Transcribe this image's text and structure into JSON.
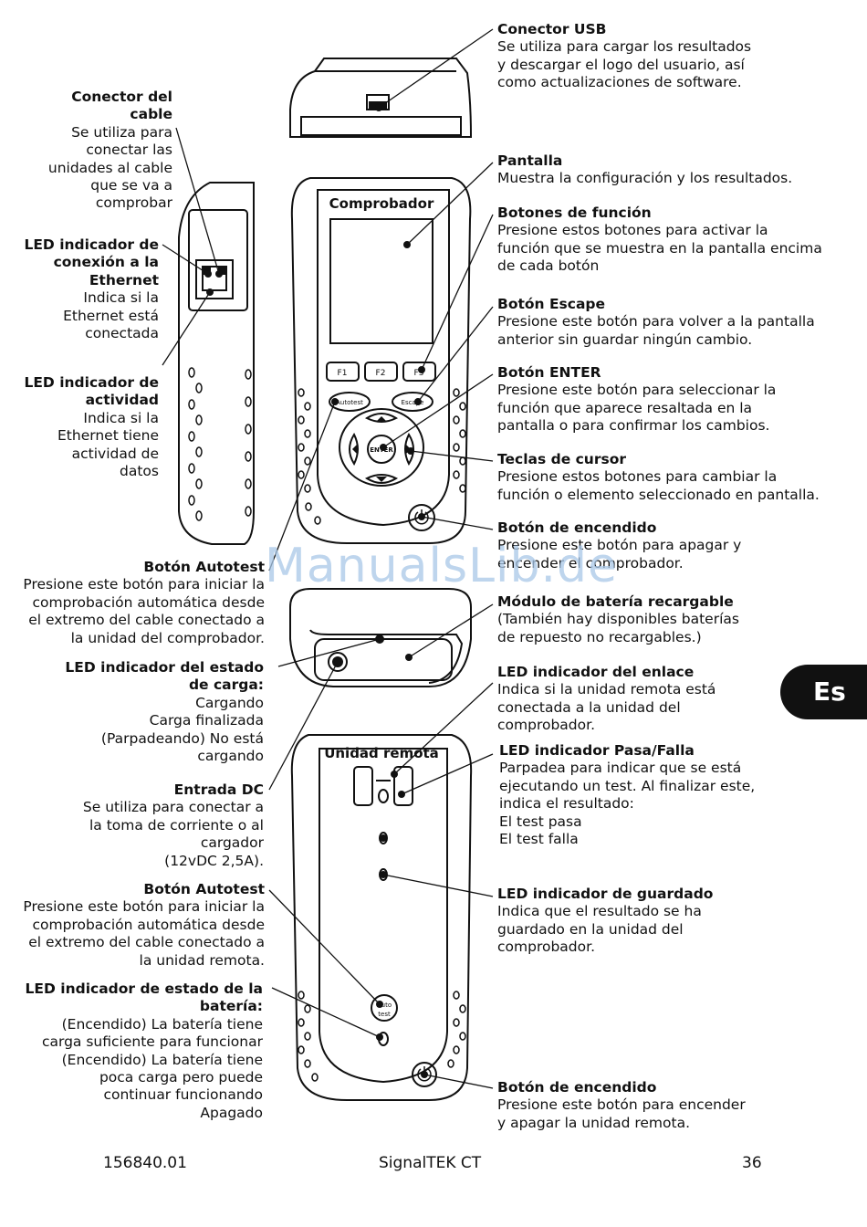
{
  "labels": {
    "conector_usb": {
      "title": "Conector USB",
      "desc": "Se utiliza para cargar los resultados\ny descargar el logo del usuario, así\ncomo actualizaciones de software."
    },
    "conector_cable": {
      "title": "Conector del\ncable",
      "desc": "Se utiliza para\nconectar las\nunidades al cable\nque se va a\ncomprobar"
    },
    "pantalla": {
      "title": "Pantalla",
      "desc": "Muestra la configuración y los resultados."
    },
    "botones_funcion": {
      "title": "Botones de función",
      "desc": "Presione estos botones para activar la\nfunción que se muestra en la pantalla encima\nde cada botón"
    },
    "led_conexion": {
      "title": "LED indicador de\nconexión a la\nEthernet",
      "desc": "Indica si la\nEthernet está\nconectada"
    },
    "boton_escape": {
      "title": "Botón Escape",
      "desc": "Presione este botón para volver a la pantalla\nanterior sin guardar ningún cambio."
    },
    "boton_enter": {
      "title": "Botón ENTER",
      "desc": "Presione este botón para seleccionar la\nfunción que aparece resaltada en la\npantalla o para confirmar los cambios."
    },
    "led_actividad": {
      "title": "LED indicador de\nactividad",
      "desc": "Indica si la\nEthernet tiene\nactividad de\ndatos"
    },
    "teclas_cursor": {
      "title": "Teclas de cursor",
      "desc": "Presione estos botones para cambiar la\nfunción o elemento seleccionado en pantalla."
    },
    "boton_encendido_1": {
      "title": "Botón de encendido",
      "desc": "Presione este botón para apagar y\nencender el comprobador."
    },
    "autotest_1": {
      "title": "Botón Autotest",
      "desc": "Presione este botón para iniciar la\ncomprobación automática desde\nel extremo del cable conectado a\nla unidad del comprobador."
    },
    "modulo_bateria": {
      "title": "Módulo de batería recargable",
      "desc": "(También hay disponibles baterías\nde repuesto no recargables.)"
    },
    "led_carga": {
      "title": "LED indicador del estado\nde carga:",
      "desc": "Cargando\nCarga finalizada\n(Parpadeando) No está\ncargando"
    },
    "led_enlace": {
      "title": "LED indicador del enlace",
      "desc": "Indica si la unidad remota está\nconectada a la unidad del\ncomprobador."
    },
    "led_pasa": {
      "title": "LED indicador Pasa/Falla",
      "desc": "Parpadea para indicar que se está\nejecutando un test. Al finalizar este,\nindica el resultado:\n   El test pasa\n   El test falla"
    },
    "entrada_dc": {
      "title": "Entrada DC",
      "desc": "Se utiliza para conectar a\nla toma de corriente o al\ncargador\n(12vDC 2,5A)."
    },
    "led_guardado": {
      "title": "LED indicador de guardado",
      "desc": "Indica que el resultado se ha\nguardado en la unidad del\ncomprobador."
    },
    "autotest_2": {
      "title": "Botón Autotest",
      "desc": "Presione este botón para iniciar la\ncomprobación automática desde\nel extremo del cable conectado a\nla unidad remota."
    },
    "led_bateria": {
      "title": "LED indicador de estado de la\nbatería:",
      "desc": "(Encendido) La batería tiene\ncarga suficiente para funcionar\n(Encendido) La batería tiene\npoca carga pero puede\ncontinuar funcionando\nApagado"
    },
    "boton_encendido_2": {
      "title": "Botón de encendido",
      "desc": "Presione este botón para encender\ny apagar la unidad remota."
    }
  },
  "device": {
    "tester_label": "Comprobador",
    "remote_label": "Unidad remota",
    "f1": "F1",
    "f2": "F2",
    "f3": "F3",
    "autotest_key": "Autotest",
    "escape_key": "Escape",
    "enter_key": "ENTER",
    "remote_autotest": "Auto\ntest"
  },
  "tab": "Es",
  "watermark": "ManualsLib.de",
  "footer": {
    "left": "156840.01",
    "center": "SignalTEK CT",
    "right": "36"
  }
}
